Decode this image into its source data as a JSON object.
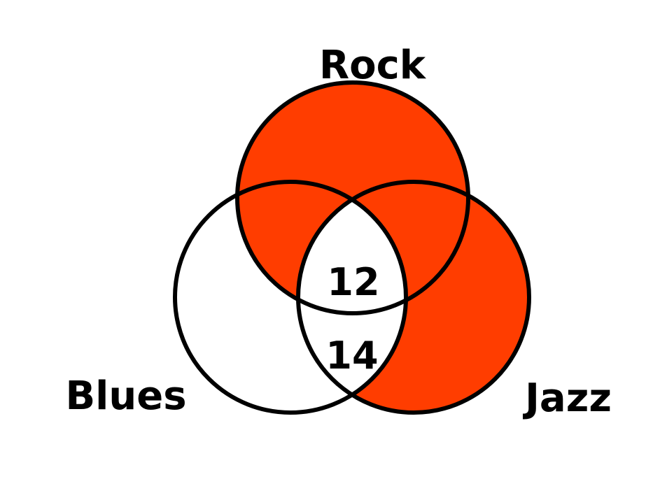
{
  "sets": {
    "rock": {
      "label": "Rock"
    },
    "blues": {
      "label": "Blues"
    },
    "jazz": {
      "label": "Jazz"
    }
  },
  "regions": {
    "all_three": "12",
    "blues_jazz_only": "14"
  },
  "colors": {
    "shaded": "#FF3D00",
    "outline": "#000000",
    "background": "#FFFFFF"
  }
}
